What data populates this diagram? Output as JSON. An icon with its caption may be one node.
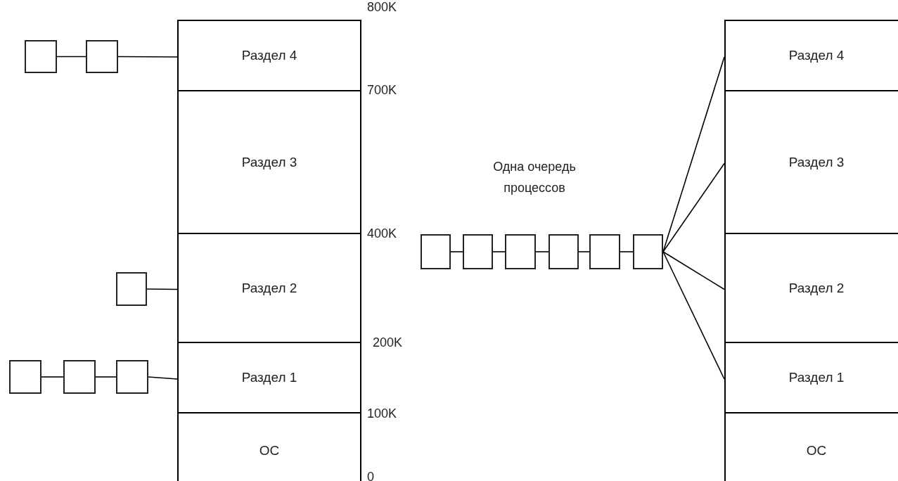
{
  "diagram": {
    "nodes": [
      {
        "text": [
          "Раздел 4"
        ]
      },
      {
        "text": [
          "Раздел 3"
        ]
      },
      {
        "text": [
          "Раздел 2"
        ]
      },
      {
        "text": [
          "Раздел 1"
        ]
      },
      {
        "text": [
          "ОС"
        ]
      },
      {
        "text": [],
        "shape": "box"
      },
      {
        "text": [],
        "shape": "box"
      },
      {
        "text": [],
        "shape": "box"
      },
      {
        "text": [],
        "shape": "box"
      },
      {
        "text": [],
        "shape": "box"
      },
      {
        "text": [],
        "shape": "box"
      },
      {
        "text": [],
        "shape": "box"
      },
      {
        "text": [],
        "shape": "box"
      },
      {
        "text": [],
        "shape": "box"
      },
      {
        "text": [],
        "shape": "box"
      },
      {
        "text": [],
        "shape": "box"
      },
      {
        "text": [],
        "shape": "box"
      },
      {
        "text": [
          "Раздел 4"
        ]
      },
      {
        "text": [
          "Раздел 3"
        ]
      },
      {
        "text": [
          "Раздел 2"
        ]
      },
      {
        "text": [
          "Раздел 1"
        ]
      },
      {
        "text": [
          "ОС"
        ]
      }
    ],
    "edges": [
      {
        "from": 5,
        "to": 6,
        "arrow": "none"
      },
      {
        "from": 6,
        "to": 0,
        "arrow": "none"
      },
      {
        "from": 7,
        "to": 2,
        "arrow": "none"
      },
      {
        "from": 8,
        "to": 9,
        "arrow": "none"
      },
      {
        "from": 9,
        "to": 10,
        "arrow": "none"
      },
      {
        "from": 10,
        "to": 3,
        "arrow": "none"
      },
      {
        "from": 11,
        "to": 12,
        "arrow": "none"
      },
      {
        "from": 12,
        "to": 13,
        "arrow": "none"
      },
      {
        "from": 13,
        "to": 14,
        "arrow": "none"
      },
      {
        "from": 14,
        "to": 15,
        "arrow": "none"
      },
      {
        "from": 15,
        "to": 16,
        "arrow": "none"
      },
      {
        "from": 16,
        "to": 17,
        "arrow": "none"
      },
      {
        "from": 16,
        "to": 18,
        "arrow": "none"
      },
      {
        "from": 16,
        "to": 19,
        "arrow": "none"
      },
      {
        "from": 16,
        "to": 20,
        "arrow": "none"
      }
    ],
    "labels": [
      "800K",
      "700K",
      "Одна очередь процессов",
      "400K",
      "200K",
      "100K",
      "0"
    ]
  }
}
